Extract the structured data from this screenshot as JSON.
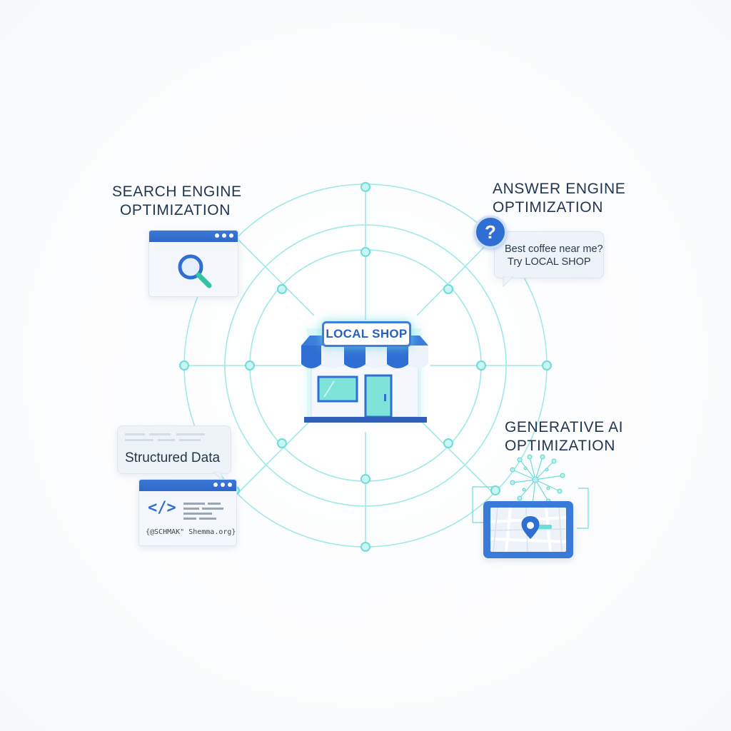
{
  "nodes": {
    "seo": {
      "line1": "SEARCH ENGINE",
      "line2": "OPTIMIZATION",
      "icon": "magnifier-browser-icon"
    },
    "aeo": {
      "line1": "ANSWER ENGINE",
      "line2": "OPTIMIZATION",
      "icon": "question-icon",
      "question": "Best coffee near me?",
      "answer": "Try LOCAL SHOP"
    },
    "geo": {
      "line1": "GENERATIVE AI",
      "line2": "OPTIMIZATION",
      "icon": "map-pin-tablet-icon"
    },
    "structured": {
      "title": "Structured Data",
      "code_symbol": "</>",
      "schema_text": "{@SCHMAK\" Shemma.org}"
    }
  },
  "center": {
    "sign": "LOCAL SHOP",
    "icon": "storefront-icon"
  },
  "colors": {
    "ring": "#8fe6e6",
    "node": "#6fe0dc",
    "brand_blue": "#2f6ed2",
    "text": "#1f3550"
  }
}
